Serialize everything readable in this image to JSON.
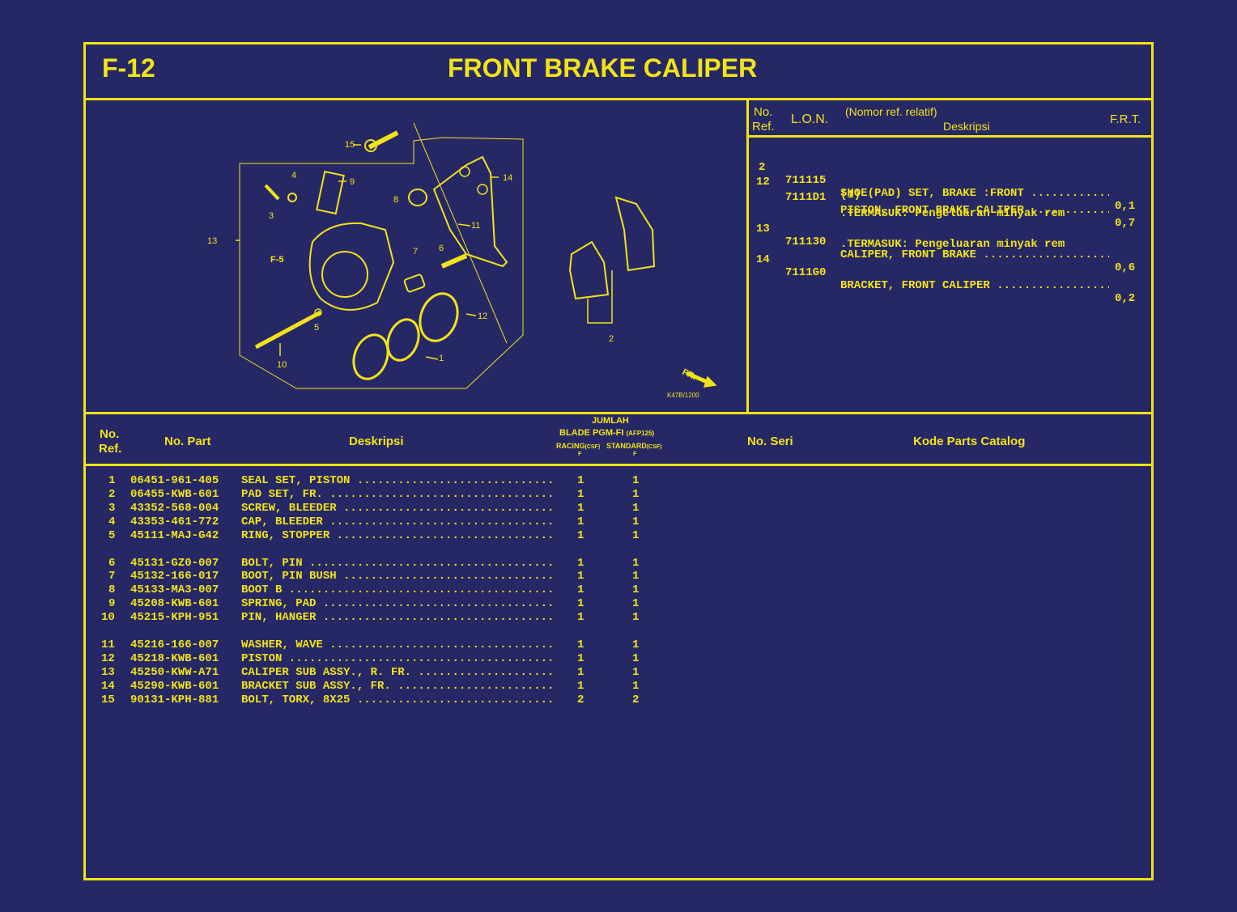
{
  "header": {
    "code": "F-12",
    "title": "FRONT BRAKE CALIPER"
  },
  "lon_table": {
    "col_no": "No.",
    "col_ref": "Ref.",
    "col_lon": "L.O.N.",
    "col_nomor": "(Nomor ref. relatif)",
    "col_desc": "Deskripsi",
    "col_frt": "F.R.T.",
    "rows": [
      {
        "ref": "2",
        "lon": "711115",
        "desc": "SHOE(PAD) SET, BRAKE :FRONT .............",
        "frt": "0,1"
      },
      {
        "ref": "12",
        "lon": "",
        "desc": "(1)",
        "frt": ""
      },
      {
        "ref": "",
        "lon": "7111D1",
        "desc": "PISTON, FRONT BRAKE CALIPER .............",
        "frt": "0,7"
      },
      {
        "ref": "",
        "lon": "",
        "desc": ".TERMASUK: Pengeluaran minyak rem",
        "frt": ""
      },
      {
        "ref": "13",
        "lon": "711130",
        "desc": "CALIPER, FRONT BRAKE ....................",
        "frt": "0,6"
      },
      {
        "ref": "",
        "lon": "",
        "desc": ".TERMASUK: Pengeluaran minyak rem",
        "frt": ""
      },
      {
        "ref": "14",
        "lon": "7111G0",
        "desc": "BRACKET, FRONT CALIPER ..................",
        "frt": "0,2"
      }
    ]
  },
  "diagram": {
    "labels": [
      "15",
      "4",
      "9",
      "14",
      "3",
      "8",
      "11",
      "13",
      "F-5",
      "6",
      "7",
      "5",
      "12",
      "10",
      "1",
      "2"
    ],
    "fr_label": "FR.",
    "code_small": "K47B/1200"
  },
  "parts_table": {
    "col_no": "No.",
    "col_ref": "Ref.",
    "col_part": "No. Part",
    "col_desc": "Deskripsi",
    "col_jumlah": "JUMLAH",
    "col_model": "BLADE PGM-FI",
    "col_model_code": "(AFP125)",
    "col_racing": "RACING",
    "col_racing_code": "(CSF)",
    "col_standard": "STANDARD",
    "col_standard_code": "(CSF)",
    "col_f1": "F",
    "col_f2": "F",
    "col_seri": "No. Seri",
    "col_kode": "Kode Parts Catalog",
    "rows": [
      {
        "ref": "1",
        "part": "06451-961-405",
        "desc": "SEAL SET, PISTON ..............................",
        "racing": "1",
        "standard": "1"
      },
      {
        "ref": "2",
        "part": "06455-KWB-601",
        "desc": "PAD SET, FR. ..................................",
        "racing": "1",
        "standard": "1"
      },
      {
        "ref": "3",
        "part": "43352-568-004",
        "desc": "SCREW, BLEEDER ................................",
        "racing": "1",
        "standard": "1"
      },
      {
        "ref": "4",
        "part": "43353-461-772",
        "desc": "CAP, BLEEDER ..................................",
        "racing": "1",
        "standard": "1"
      },
      {
        "ref": "5",
        "part": "45111-MAJ-G42",
        "desc": "RING, STOPPER .................................",
        "racing": "1",
        "standard": "1"
      },
      {
        "ref": "6",
        "part": "45131-GZ0-007",
        "desc": "BOLT, PIN .....................................",
        "racing": "1",
        "standard": "1"
      },
      {
        "ref": "7",
        "part": "45132-166-017",
        "desc": "BOOT, PIN BUSH ................................",
        "racing": "1",
        "standard": "1"
      },
      {
        "ref": "8",
        "part": "45133-MA3-007",
        "desc": "BOOT B ........................................",
        "racing": "1",
        "standard": "1"
      },
      {
        "ref": "9",
        "part": "45208-KWB-601",
        "desc": "SPRING, PAD ...................................",
        "racing": "1",
        "standard": "1"
      },
      {
        "ref": "10",
        "part": "45215-KPH-951",
        "desc": "PIN, HANGER ...................................",
        "racing": "1",
        "standard": "1"
      },
      {
        "ref": "11",
        "part": "45216-166-007",
        "desc": "WASHER, WAVE ..................................",
        "racing": "1",
        "standard": "1"
      },
      {
        "ref": "12",
        "part": "45218-KWB-601",
        "desc": "PISTON ........................................",
        "racing": "1",
        "standard": "1"
      },
      {
        "ref": "13",
        "part": "45250-KWW-A71",
        "desc": "CALIPER SUB ASSY., R. FR. ....................",
        "racing": "1",
        "standard": "1"
      },
      {
        "ref": "14",
        "part": "45290-KWB-601",
        "desc": "BRACKET SUB ASSY., FR. ........................",
        "racing": "1",
        "standard": "1"
      },
      {
        "ref": "15",
        "part": "90131-KPH-881",
        "desc": "BOLT, TORX, 8X25 ..............................",
        "racing": "2",
        "standard": "2"
      }
    ]
  }
}
